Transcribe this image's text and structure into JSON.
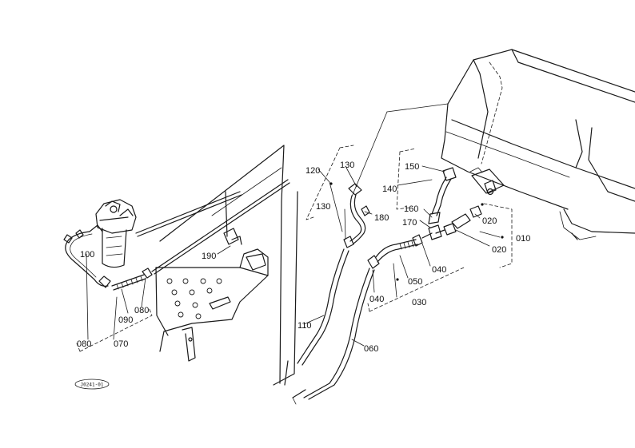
{
  "diagram": {
    "reference_code": "J0241-01",
    "part_labels": {
      "p010": "010",
      "p020a": "020",
      "p020b": "020",
      "p030": "030",
      "p040a": "040",
      "p040b": "040",
      "p050": "050",
      "p060": "060",
      "p070": "070",
      "p080a": "080",
      "p080b": "080",
      "p090": "090",
      "p100": "100",
      "p110": "110",
      "p120": "120",
      "p130a": "130",
      "p130b": "130",
      "p140": "140",
      "p150": "150",
      "p160": "160",
      "p170": "170",
      "p180": "180",
      "p190": "190"
    }
  }
}
